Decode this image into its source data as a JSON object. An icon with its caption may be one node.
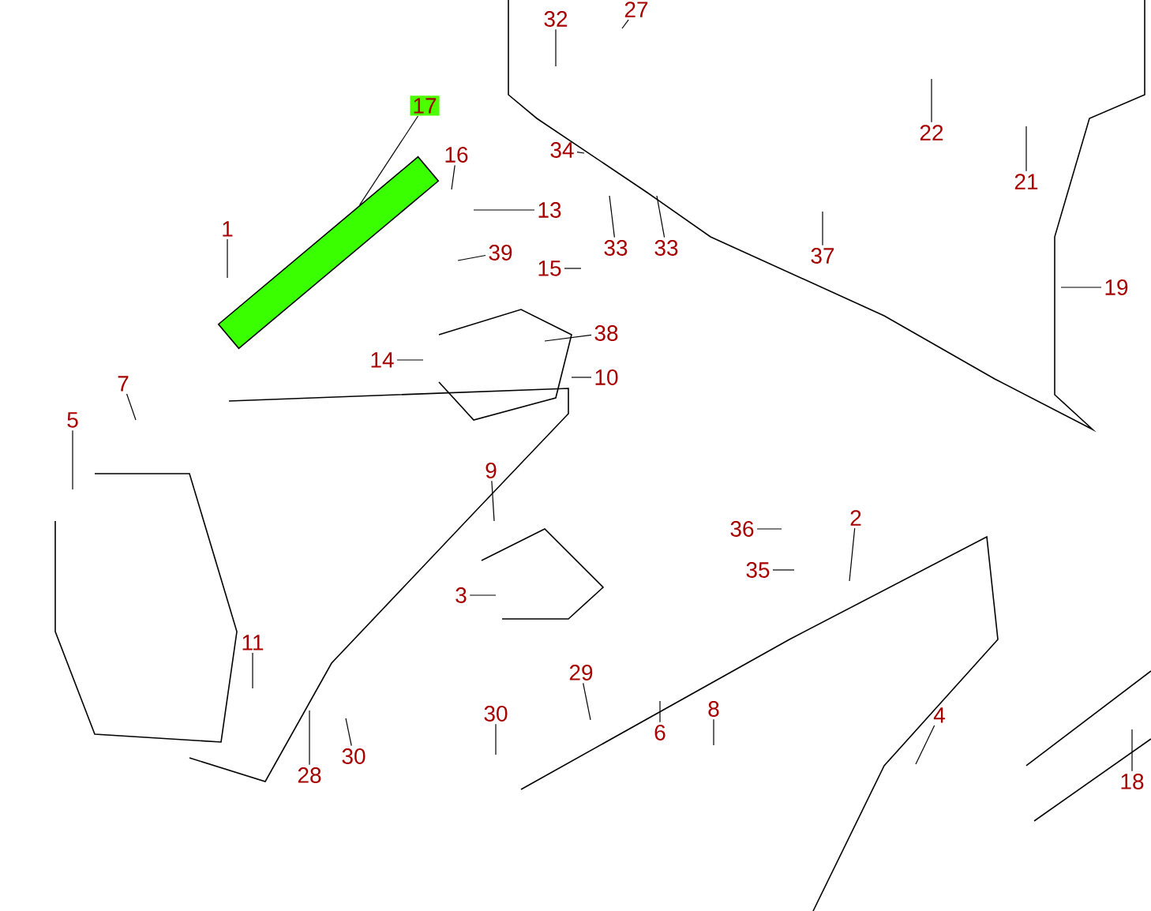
{
  "diagram": {
    "nodes": [
      {
        "text": [
          "32"
        ]
      },
      {
        "text": [
          "27"
        ]
      },
      {
        "text": [
          "17"
        ]
      },
      {
        "text": [
          "22"
        ]
      },
      {
        "text": [
          "34"
        ]
      },
      {
        "text": [
          "16"
        ]
      },
      {
        "text": [
          "21"
        ]
      },
      {
        "text": [
          "1"
        ]
      },
      {
        "text": [
          "13"
        ]
      },
      {
        "text": [
          "33"
        ]
      },
      {
        "text": [
          "33"
        ]
      },
      {
        "text": [
          "37"
        ]
      },
      {
        "text": [
          "39"
        ]
      },
      {
        "text": [
          "15"
        ]
      },
      {
        "text": [
          "19"
        ]
      },
      {
        "text": [
          "38"
        ]
      },
      {
        "text": [
          "14"
        ]
      },
      {
        "text": [
          "10"
        ]
      },
      {
        "text": [
          "7"
        ]
      },
      {
        "text": [
          "5"
        ]
      },
      {
        "text": [
          "9"
        ]
      },
      {
        "text": [
          "2"
        ]
      },
      {
        "text": [
          "36"
        ]
      },
      {
        "text": [
          "35"
        ]
      },
      {
        "text": [
          "3"
        ]
      },
      {
        "text": [
          "11"
        ]
      },
      {
        "text": [
          "29"
        ]
      },
      {
        "text": [
          "30"
        ]
      },
      {
        "text": [
          "8"
        ]
      },
      {
        "text": [
          "6"
        ]
      },
      {
        "text": [
          "4"
        ]
      },
      {
        "text": [
          "30"
        ]
      },
      {
        "text": [
          "28"
        ]
      },
      {
        "text": [
          "18"
        ]
      },
      {
        "text": [],
        "shape": "bar"
      }
    ],
    "edges": [
      {
        "from": 0,
        "to": null,
        "arrow": "none"
      },
      {
        "from": 1,
        "to": null,
        "arrow": "none"
      },
      {
        "from": 2,
        "to": 34,
        "arrow": "none"
      },
      {
        "from": 3,
        "to": null,
        "arrow": "none"
      },
      {
        "from": 4,
        "to": null,
        "arrow": "none"
      },
      {
        "from": 5,
        "to": null,
        "arrow": "none"
      },
      {
        "from": 6,
        "to": null,
        "arrow": "none"
      },
      {
        "from": 7,
        "to": null,
        "arrow": "none"
      },
      {
        "from": 8,
        "to": null,
        "arrow": "none"
      },
      {
        "from": 9,
        "to": null,
        "arrow": "none"
      },
      {
        "from": 10,
        "to": null,
        "arrow": "none"
      },
      {
        "from": 11,
        "to": null,
        "arrow": "none"
      },
      {
        "from": 12,
        "to": null,
        "arrow": "none"
      },
      {
        "from": 13,
        "to": null,
        "arrow": "none"
      },
      {
        "from": 14,
        "to": null,
        "arrow": "none"
      },
      {
        "from": 15,
        "to": null,
        "arrow": "none"
      },
      {
        "from": 16,
        "to": null,
        "arrow": "none"
      },
      {
        "from": 17,
        "to": null,
        "arrow": "none"
      },
      {
        "from": 18,
        "to": null,
        "arrow": "none"
      },
      {
        "from": 19,
        "to": null,
        "arrow": "none"
      },
      {
        "from": 20,
        "to": null,
        "arrow": "none"
      },
      {
        "from": 21,
        "to": null,
        "arrow": "none"
      },
      {
        "from": 22,
        "to": null,
        "arrow": "none"
      },
      {
        "from": 23,
        "to": null,
        "arrow": "none"
      },
      {
        "from": 24,
        "to": null,
        "arrow": "none"
      },
      {
        "from": 25,
        "to": null,
        "arrow": "none"
      },
      {
        "from": 26,
        "to": null,
        "arrow": "none"
      },
      {
        "from": 27,
        "to": null,
        "arrow": "none"
      },
      {
        "from": 28,
        "to": null,
        "arrow": "none"
      },
      {
        "from": 29,
        "to": null,
        "arrow": "none"
      },
      {
        "from": 30,
        "to": null,
        "arrow": "none"
      },
      {
        "from": 31,
        "to": null,
        "arrow": "none"
      },
      {
        "from": 32,
        "to": null,
        "arrow": "none"
      },
      {
        "from": 33,
        "to": null,
        "arrow": "none"
      }
    ]
  }
}
